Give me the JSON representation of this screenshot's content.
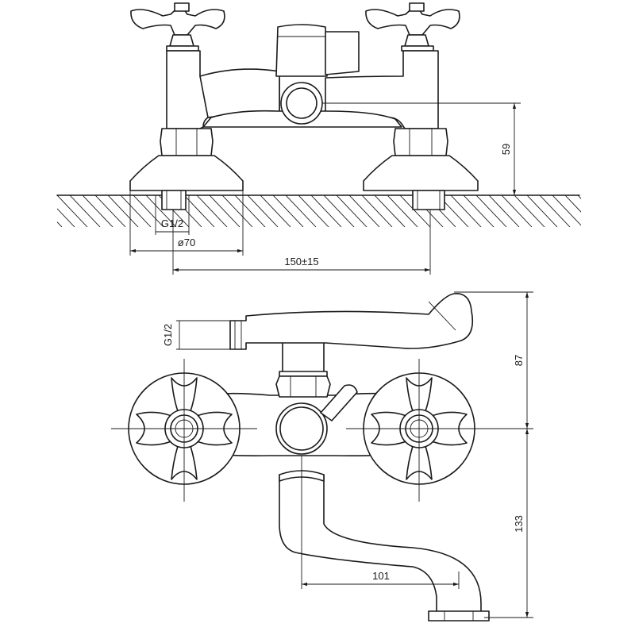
{
  "drawing": {
    "views": [
      "front-view",
      "top-view"
    ],
    "dimensions": {
      "thread_front": "G1/2",
      "flange_diameter": "ø70",
      "center_distance": "150±15",
      "height_front": "59",
      "thread_top": "G1/2",
      "depth_top": "87",
      "spout_height": "133",
      "spout_reach": "101"
    },
    "colors": {
      "line": "#1a1a1a",
      "background": "#ffffff"
    }
  }
}
